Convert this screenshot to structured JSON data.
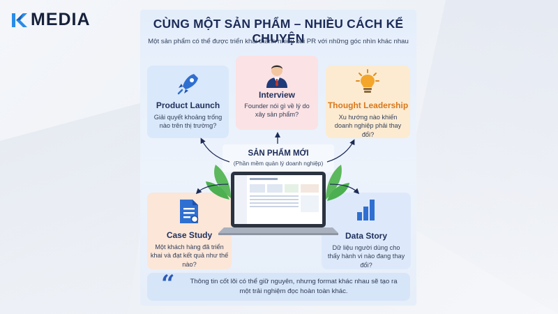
{
  "brand": {
    "name": "MEDIA"
  },
  "header": {
    "title": "CÙNG MỘT SẢN PHẨM – NHIỀU CÁCH KỂ CHUYỆN",
    "subtitle": "Một sản phẩm có thể được triển khai thành nhiều bài PR với những góc nhìn khác nhau"
  },
  "center": {
    "title": "SẢN PHẨM MỚI",
    "subtitle": "(Phần mềm quản lý doanh nghiệp)"
  },
  "formats": {
    "product_launch": {
      "title": "Product Launch",
      "desc": "Giải quyết khoảng trống nào trên thị trường?",
      "icon": "rocket-icon"
    },
    "interview": {
      "title": "Interview",
      "desc": "Founder nói gì về lý do xây sản phẩm?",
      "icon": "businessman-icon"
    },
    "thought_leadership": {
      "title": "Thought Leadership",
      "desc": "Xu hướng nào khiến doanh nghiệp phải thay đổi?",
      "icon": "lightbulb-icon"
    },
    "case_study": {
      "title": "Case Study",
      "desc": "Một khách hàng đã triển khai và đạt kết quả như thế nào?",
      "icon": "document-icon"
    },
    "data_story": {
      "title": "Data Story",
      "desc": "Dữ liệu người dùng cho thấy hành vi nào đang thay đổi?",
      "icon": "bar-chart-icon"
    }
  },
  "quote": {
    "text": "Thông tin cốt lõi có thể giữ nguyên, nhưng format khác nhau sẽ tạo ra một trải nghiệm đọc hoàn toàn khác."
  },
  "colors": {
    "navy": "#1c2b57",
    "accent_blue": "#2a5bb8",
    "orange": "#e08a1e",
    "leaf_green": "#4caf50"
  }
}
